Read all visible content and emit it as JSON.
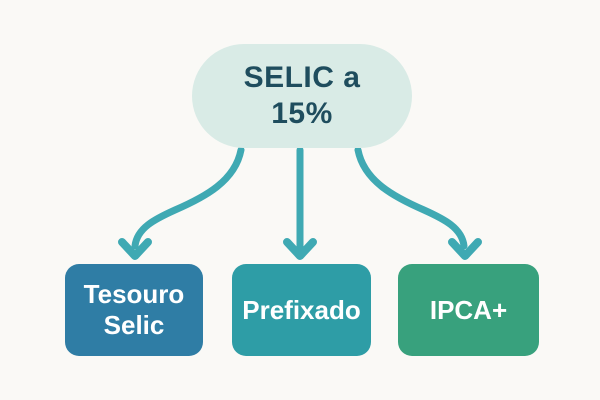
{
  "diagram": {
    "root": {
      "label_line1": "SELIC a",
      "label_line2": "15%"
    },
    "children": [
      {
        "label": "Tesouro Selic",
        "color": "#2F7DA5"
      },
      {
        "label": "Prefixado",
        "color": "#2E9DA6"
      },
      {
        "label": "IPCA+",
        "color": "#38A17D"
      }
    ]
  },
  "colors": {
    "background": "#FAF9F6",
    "root_fill": "#D9EBE6",
    "root_text": "#1F4D5E",
    "node_text": "#FFFFFF",
    "arrow": "#3FA9B3"
  }
}
